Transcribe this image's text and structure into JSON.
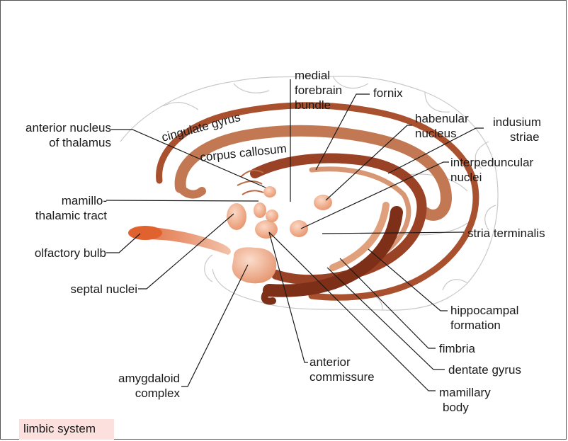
{
  "labels": {
    "medial_forebrain_bundle": [
      "medial",
      "forebrain",
      "bundle"
    ],
    "fornix": "fornix",
    "cingulate_gyrus": "cingulate gyrus",
    "anterior_nucleus_of_thalamus": [
      "anterior nucleus",
      "of thalamus"
    ],
    "habenular_nucleus": [
      "habenular",
      "nucleus"
    ],
    "indusium_striae": [
      "indusium",
      "striae"
    ],
    "corpus_callosum": "corpus callosum",
    "interpeduncular_nuclei": [
      "interpeduncular",
      "nuclei"
    ],
    "mamillothalamic_tract": [
      "mamillo-",
      "thalamic tract"
    ],
    "stria_terminalis": "stria terminalis",
    "olfactory_bulb": "olfactory bulb",
    "septal_nuclei": "septal nuclei",
    "hippocampal_formation": [
      "hippocampal",
      "formation"
    ],
    "fimbria": "fimbria",
    "dentate_gyrus": "dentate gyrus",
    "anterior_commissure": [
      "anterior",
      "commissure"
    ],
    "amygdaloid_complex": [
      "amygdaloid",
      "complex"
    ],
    "mamillary_body": [
      "mamillary",
      "body"
    ]
  },
  "caption": "limbic system",
  "colors": {
    "tract_dark": "#8a3a22",
    "tract_mid": "#b9673f",
    "tract_light": "#e0a07c",
    "nucleus": "#f0a884",
    "brain_outline": "#c9c9c9",
    "caption_bg": "#fbe0dd"
  }
}
